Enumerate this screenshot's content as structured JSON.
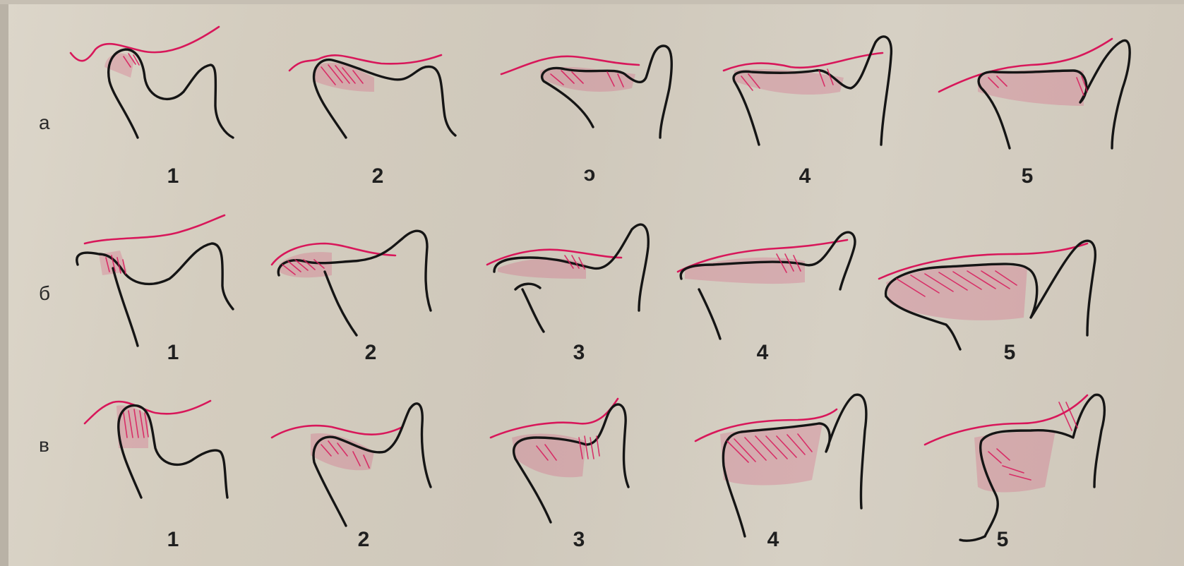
{
  "rows": [
    {
      "label": "а",
      "numbers": [
        "1",
        "2",
        "ɔ",
        "4",
        "5"
      ]
    },
    {
      "label": "б",
      "numbers": [
        "1",
        "2",
        "3",
        "4",
        "5"
      ]
    },
    {
      "label": "в",
      "numbers": [
        "1",
        "2",
        "3",
        "4",
        "5"
      ]
    }
  ],
  "colors": {
    "bone_outline": "#151515",
    "disc_accent": "#d8175a",
    "paper": "#d4cdbf"
  }
}
